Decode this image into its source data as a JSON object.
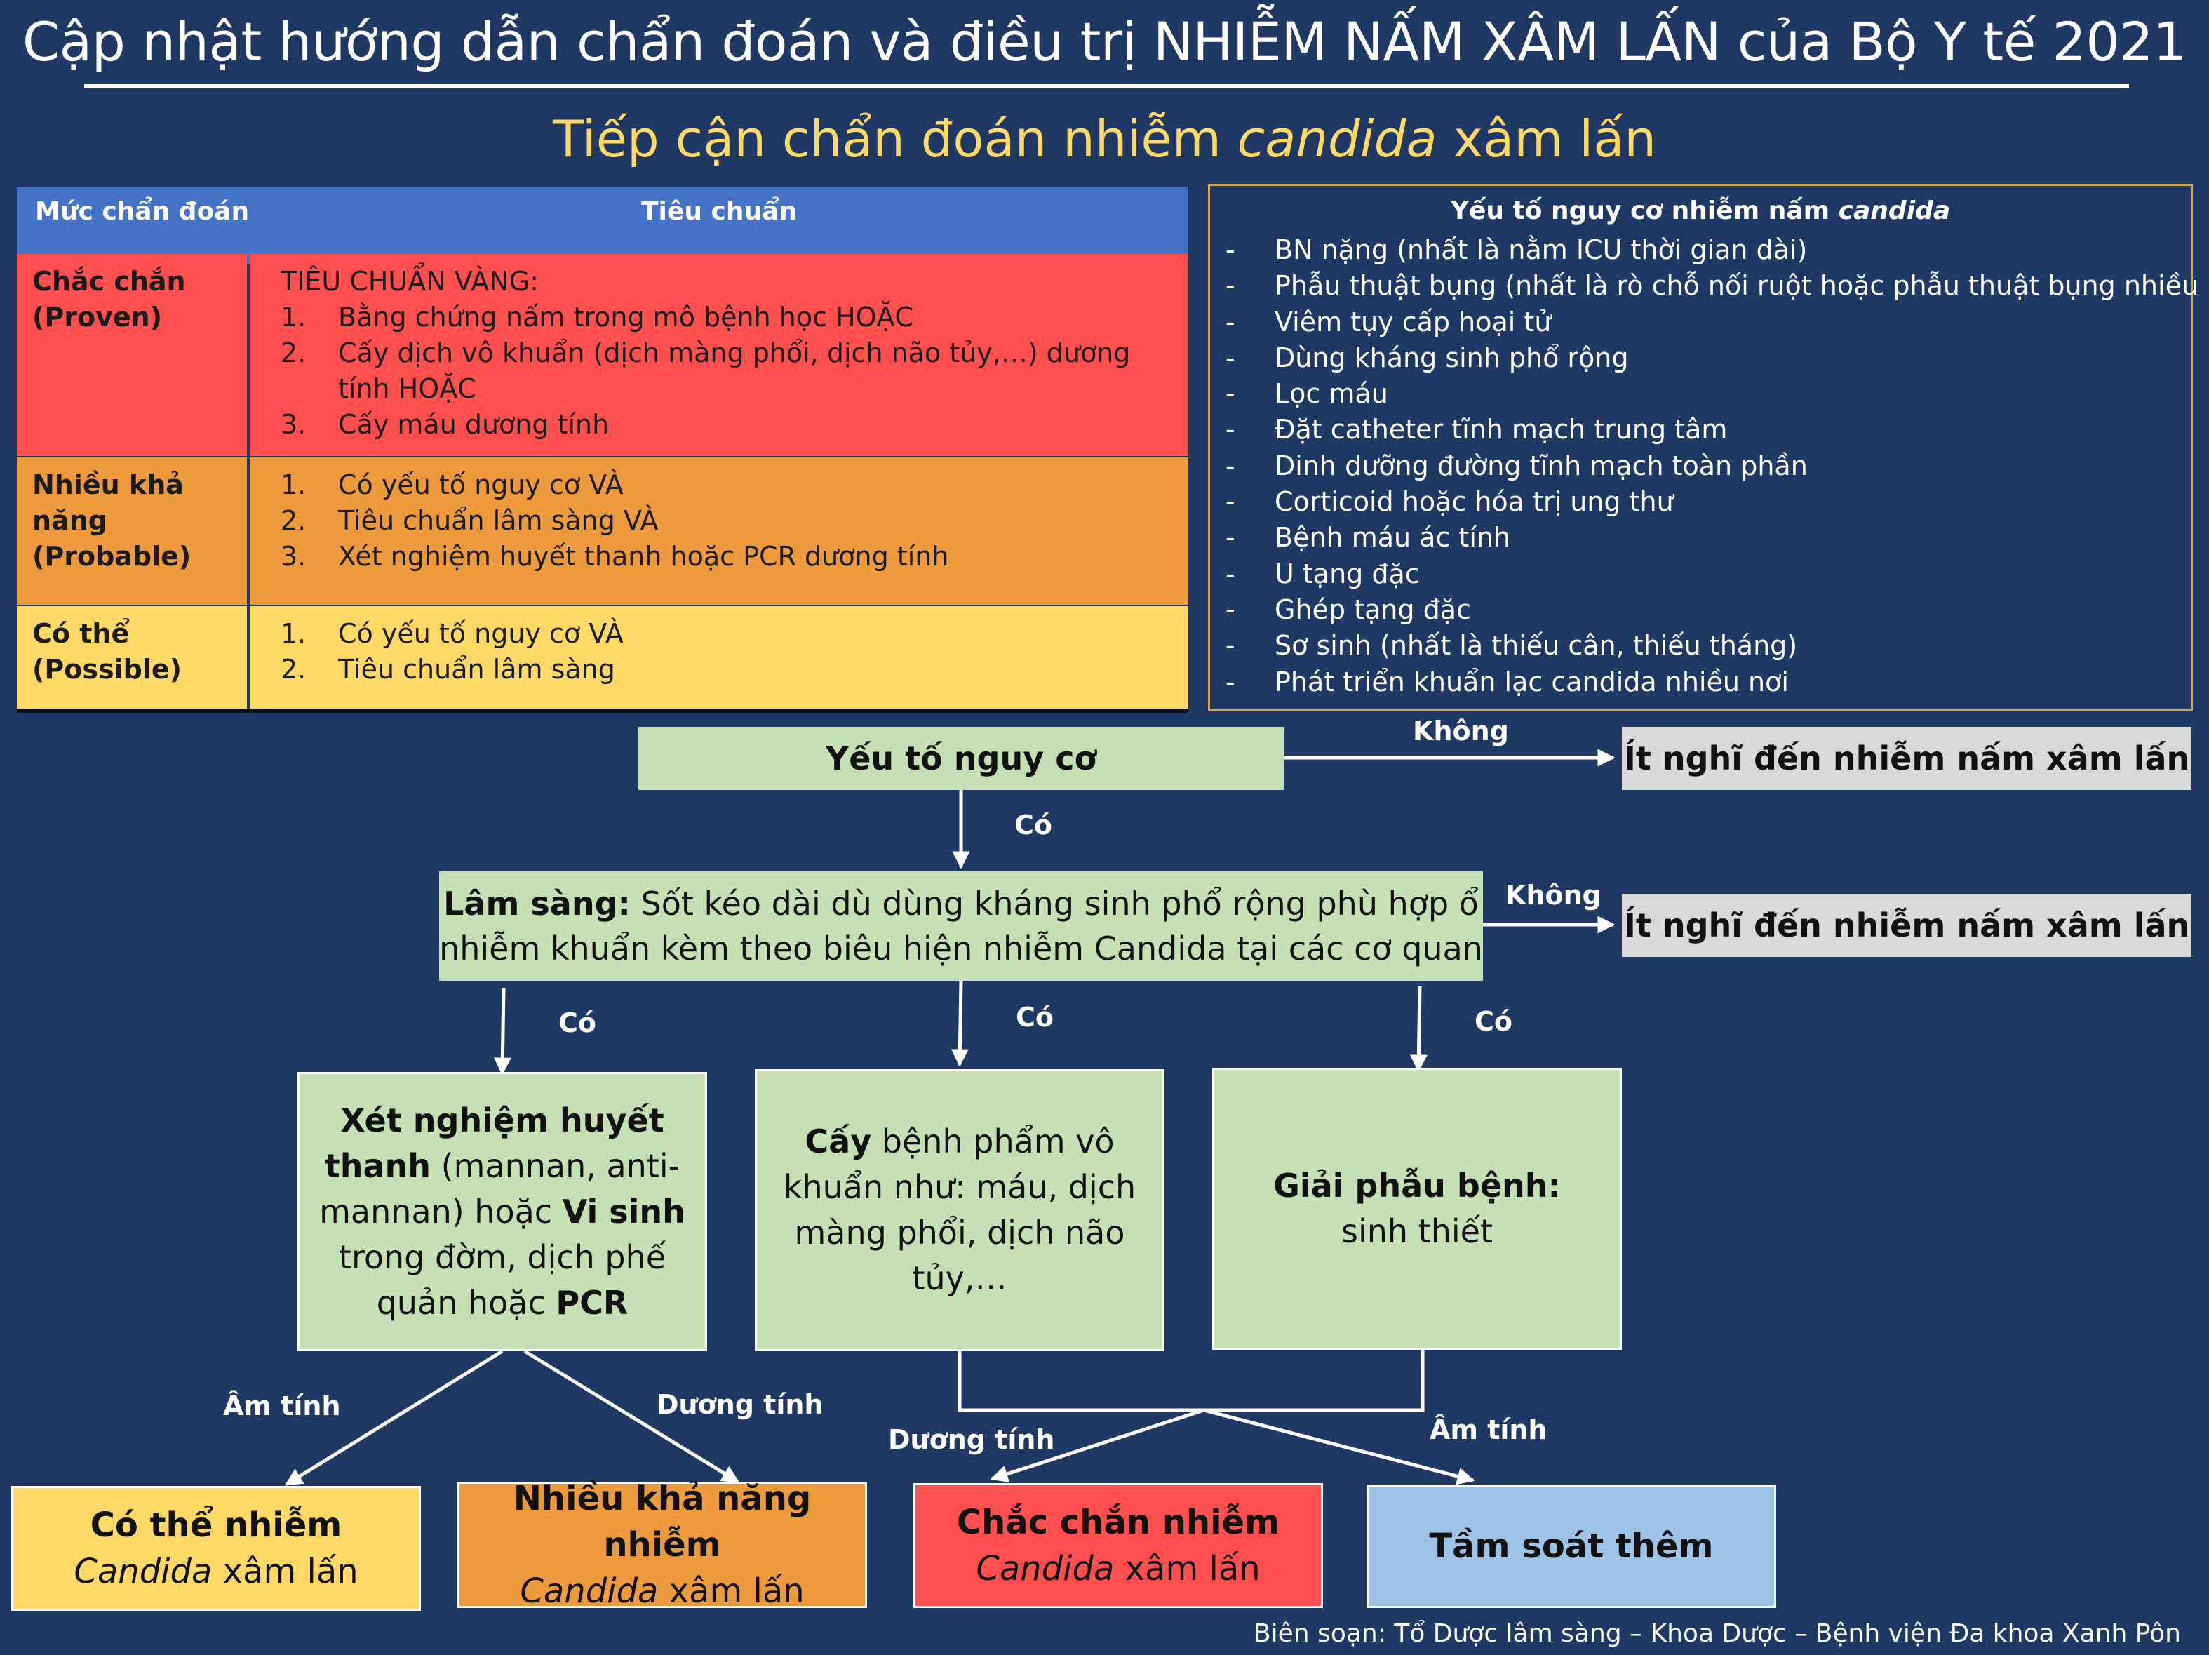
{
  "header": {
    "title": "Cập nhật hướng dẫn chẩn đoán và điều trị NHIỄM NẤM XÂM LẤN của Bộ Y tế 2021",
    "subtitle_pre": "Tiếp cận chẩn đoán nhiễm ",
    "subtitle_em": "candida",
    "subtitle_post": " xâm lấn"
  },
  "criteria_table": {
    "headers": [
      "Mức chẩn đoán",
      "Tiêu chuẩn"
    ],
    "rows": [
      {
        "level": [
          "Chắc chắn",
          "(Proven)"
        ],
        "intro": "TIÊU CHUẨN VÀNG:",
        "items": [
          {
            "n": "1.",
            "text": "Bằng chứng nấm trong mô bệnh học HOẶC"
          },
          {
            "n": "2.",
            "text": "Cấy dịch vô khuẩn (dịch màng phổi, dịch não tủy,…) dương tính HOẶC"
          },
          {
            "n": "3.",
            "text": "Cấy máu dương tính"
          }
        ],
        "color": "#ff4f4f"
      },
      {
        "level": [
          "Nhiều khả năng",
          "(Probable)"
        ],
        "items": [
          {
            "n": "1.",
            "text": "Có yếu tố nguy cơ VÀ"
          },
          {
            "n": "2.",
            "text": "Tiêu chuẩn lâm sàng VÀ"
          },
          {
            "n": "3.",
            "text": "Xét nghiệm huyết thanh hoặc PCR dương tính"
          }
        ],
        "color": "#ed9a3c"
      },
      {
        "level": [
          "Có thể",
          "(Possible)"
        ],
        "items": [
          {
            "n": "1.",
            "text": "Có yếu tố nguy cơ VÀ"
          },
          {
            "n": "2.",
            "text": "Tiêu chuẩn lâm sàng"
          }
        ],
        "color": "#ffd966"
      }
    ]
  },
  "risk_factors": {
    "title_pre": "Yếu tố nguy cơ nhiễm nấm ",
    "title_em": "candida",
    "bullet": "-",
    "items": [
      "BN nặng (nhất là nằm ICU thời gian dài)",
      "Phẫu thuật bụng (nhất là rò chỗ nối ruột hoặc phẫu thuật bụng nhiều lần)",
      "Viêm tụy cấp hoại tử",
      "Dùng kháng sinh phổ rộng",
      "Lọc máu",
      "Đặt catheter tĩnh mạch trung tâm",
      "Dinh dưỡng đường tĩnh mạch toàn phần",
      "Corticoid hoặc hóa trị ung thư",
      "Bệnh máu ác tính",
      "U tạng đặc",
      "Ghép tạng đặc",
      "Sơ sinh (nhất là thiếu cân, thiếu tháng)",
      "Phát triển khuẩn lạc candida nhiều nơi"
    ]
  },
  "flowchart": {
    "risk_box": "Yếu tố nguy cơ",
    "no_label_1": "Không",
    "exit_1": "Ít nghĩ đến nhiễm nấm xâm lấn",
    "yes_label_1": "Có",
    "clinical_bold": "Lâm sàng:",
    "clinical_line1_rest": " Sốt kéo dài dù dùng kháng sinh phổ rộng phù hợp ổ",
    "clinical_line2": "nhiễm khuẩn kèm theo biêu hiện nhiễm Candida tại các cơ quan",
    "no_label_2": "Không",
    "exit_2": "Ít nghĩ đến nhiễm nấm xâm lấn",
    "yes_labels": [
      "Có",
      "Có",
      "Có"
    ],
    "serology": {
      "b1": "Xét nghiệm huyết",
      "b2": "thanh",
      "t2": " (mannan, anti-",
      "t3a": "mannan) hoặc ",
      "b3": "Vi sinh",
      "t4": "trong đờm, dịch phế",
      "t5a": "quản hoặc ",
      "b5": "PCR"
    },
    "culture": {
      "b1": "Cấy",
      "t1": " bệnh phẩm vô",
      "t2": "khuẩn như: máu, dịch",
      "t3": "màng phổi, dịch não",
      "t4": "tủy,…"
    },
    "pathology": {
      "b1": "Giải phẫu bệnh:",
      "t2": "sinh thiết"
    },
    "neg_label_1": "Âm tính",
    "pos_label_1": "Dương tính",
    "pos_label_2": "Dương tính",
    "neg_label_2": "Âm tính",
    "outcome_possible": {
      "line1": "Có thể nhiễm",
      "em": "Candida",
      "rest": " xâm lấn"
    },
    "outcome_probable": {
      "line1": "Nhiều khả năng nhiễm",
      "em": "Candida",
      "rest": " xâm lấn"
    },
    "outcome_proven": {
      "line1": "Chắc chắn nhiễm",
      "em": "Candida",
      "rest": " xâm lấn"
    },
    "outcome_screen": "Tầm soát thêm"
  },
  "credit": "Biên soạn: Tổ Dược lâm sàng – Khoa Dược – Bệnh viện Đa khoa Xanh Pôn"
}
